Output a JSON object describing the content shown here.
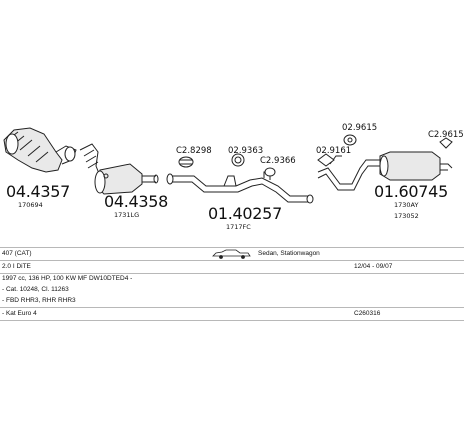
{
  "parts": [
    {
      "number": "04.4357",
      "sub": "170694"
    },
    {
      "number": "04.4358",
      "sub": "1731LG"
    },
    {
      "number": "01.40257",
      "sub": "1717FC"
    },
    {
      "number": "01.60745",
      "sub": "1730AY",
      "sub2": "173052"
    }
  ],
  "small_parts": [
    "C2.8298",
    "02.9363",
    "C2.9366",
    "02.9161",
    "02.9615",
    "C2.9615"
  ],
  "vehicle": {
    "model": "407 (CAT)",
    "body_type": "Sedan, Stationwagon",
    "engine": "2.0 I DiTE",
    "years": "12/04 - 09/07",
    "specs": "1997 cc, 136 HP, 100 KW MF DW10DTED4 -",
    "cat_info": "- Cat. 10248, Cl. 11263",
    "filters": "- FBD RHR3, RHR RHR3",
    "note": "- Kat Euro 4",
    "code": "C260316"
  }
}
